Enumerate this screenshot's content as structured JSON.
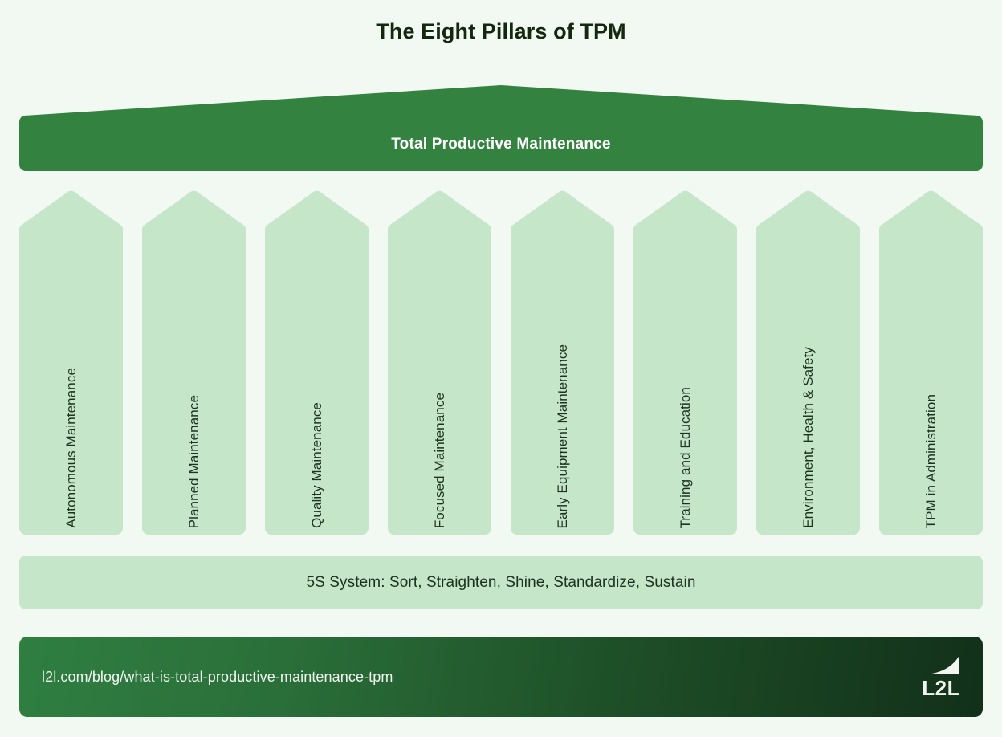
{
  "title": "The Eight Pillars of TPM",
  "roof": {
    "label": "Total Productive Maintenance",
    "color": "#33823f"
  },
  "pillars": {
    "color": "#c5e6c9",
    "items": [
      {
        "label": "Autonomous Maintenance"
      },
      {
        "label": "Planned Maintenance"
      },
      {
        "label": "Quality Maintenance"
      },
      {
        "label": "Focused Maintenance"
      },
      {
        "label": "Early Equipment Maintenance"
      },
      {
        "label": "Training and Education"
      },
      {
        "label": "Environment, Health & Safety"
      },
      {
        "label": "TPM in Administration"
      }
    ]
  },
  "base": {
    "label": "5S System: Sort, Straighten, Shine, Standardize, Sustain",
    "color": "#c5e6c9"
  },
  "footer": {
    "url": "l2l.com/blog/what-is-total-productive-maintenance-tpm",
    "logo_text": "L2L",
    "logo_mark": "growth-curve-icon",
    "gradient_from": "#2f7f41",
    "gradient_to": "#12301a"
  },
  "theme": {
    "background": "#f2f8f2",
    "text_dark": "#14280f",
    "text_on_green": "#ffffff"
  }
}
